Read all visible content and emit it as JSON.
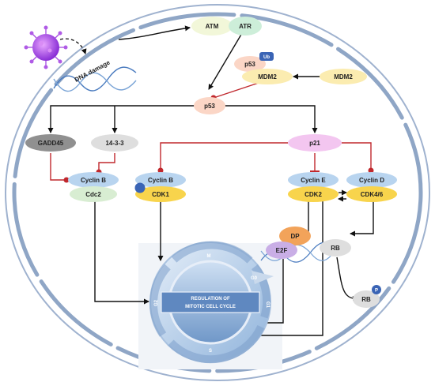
{
  "trigger": {
    "label": "DNA damage",
    "icon": "virus-icon"
  },
  "kinases": {
    "atm": "ATM",
    "atr": "ATR"
  },
  "mdm2_complex": {
    "p53": "p53",
    "ub": "Ub",
    "mdm2": "MDM2"
  },
  "mdm2_free": "MDM2",
  "p53": "p53",
  "targets": {
    "gadd45": "GADD45",
    "protein_1433": "14-3-3",
    "p21": "p21"
  },
  "complexes": {
    "cyclinb_cdc2": {
      "cyclin": "Cyclin B",
      "kinase": "Cdc2"
    },
    "cyclinb_cdk1": {
      "cyclin": "Cyclin B",
      "kinase": "CDK1"
    },
    "cycline_cdk2": {
      "cyclin": "Cyclin E",
      "kinase": "CDK2"
    },
    "cyclind_cdk46": {
      "cyclin": "Cyclin D",
      "kinase": "CDK4/6"
    }
  },
  "transcription": {
    "dp": "DP",
    "e2f": "E2F",
    "rb": "RB",
    "rb_phospho": "RB",
    "phospho": "P"
  },
  "cell_cycle": {
    "center_line1": "REGULATION OF",
    "center_line2": "MITOTIC CELL CYCLE",
    "phases": {
      "m": "M",
      "g0": "G0",
      "g1": "G1",
      "s": "S",
      "g2": "G2"
    }
  },
  "colors": {
    "activation_arrow": "#111111",
    "inhibition_line": "#c0282d",
    "cyclin_fill": "#b8d4ef",
    "cdk_fill": "#f8d44c",
    "cdc2_fill": "#d8edd2",
    "p21_fill": "#f3c6f0",
    "p53_fill": "#fbd6c6",
    "cell_membrane": "#8fa6c6"
  }
}
